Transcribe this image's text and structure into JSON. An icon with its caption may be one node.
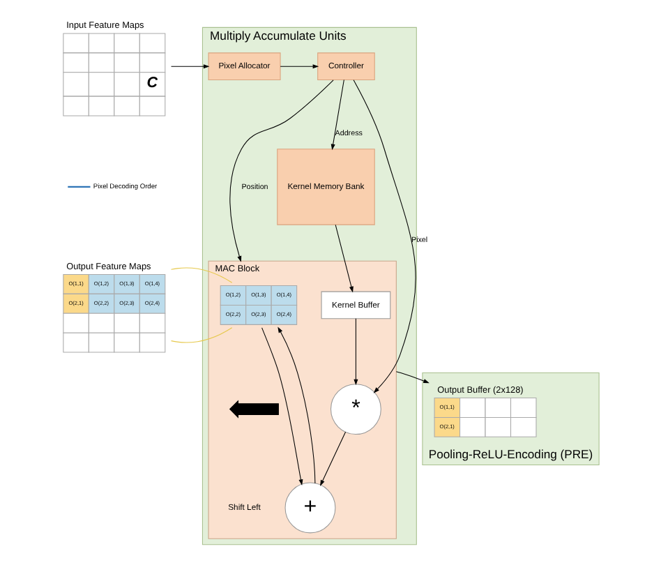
{
  "diagram": {
    "nodes": [
      {
        "text": [
          "Input Feature Maps",
          "C"
        ]
      },
      {
        "text": [
          "Multiply Accumulate Units"
        ]
      },
      {
        "text": [
          "Pixel Allocator"
        ],
        "in": 1
      },
      {
        "text": [
          "Controller"
        ],
        "in": 1
      },
      {
        "text": [
          "MAC Block"
        ],
        "in": 1
      },
      {
        "text": [
          "O(1,2)",
          "O(1,3)",
          "O(1,4)",
          "O(2,2)",
          "O(2,3)",
          "O(2,4)"
        ],
        "in": 4
      },
      {
        "text": [
          "+"
        ],
        "in": 4
      },
      {
        "text": [
          "*"
        ],
        "in": 4
      },
      {
        "text": [
          "Kernel Buffer"
        ],
        "in": 4
      },
      {
        "text": [
          "Kernel Memory Bank"
        ],
        "in": 1
      },
      {
        "text": [
          "Output Feature Maps",
          "O(1,1)",
          "O(1,2)",
          "O(1,3)",
          "O(1,4)",
          "O(2,1)",
          "O(2,2)",
          "O(2,3)",
          "O(2,4)"
        ]
      },
      {
        "text": [
          "Pooling-ReLU-Encoding (PRE)"
        ]
      },
      {
        "text": [
          "Output Buffer (2x128)",
          "O(1,1)",
          "O(2,1)"
        ],
        "in": 11
      }
    ],
    "edges": [
      {
        "from": 0,
        "to": 2,
        "arrow": "to"
      },
      {
        "from": 2,
        "to": 3,
        "arrow": "to"
      },
      {
        "from": 3,
        "to": 4,
        "label": "Position",
        "arrow": "to"
      },
      {
        "from": 3,
        "to": 7,
        "label": "Pixel",
        "arrow": "to"
      },
      {
        "from": 3,
        "to": 9,
        "label": "Address",
        "arrow": "to"
      },
      {
        "from": 9,
        "to": 8,
        "arrow": "to"
      },
      {
        "from": 8,
        "to": 7,
        "arrow": "to"
      },
      {
        "from": 7,
        "to": 6,
        "arrow": "to"
      },
      {
        "from": 5,
        "to": 6,
        "arrow": "to"
      },
      {
        "from": 6,
        "to": 5,
        "arrow": "to"
      },
      {
        "from": 4,
        "to": 12,
        "arrow": "to"
      },
      {
        "from": 10,
        "to": 5,
        "arrow": "none",
        "color": "#e6c84a"
      },
      {
        "from": 10,
        "to": 5,
        "arrow": "none",
        "color": "#e6c84a"
      }
    ],
    "labels": [
      "Shift Left"
    ],
    "legend": [
      {
        "text": "Pixel Decoding Order"
      }
    ]
  }
}
